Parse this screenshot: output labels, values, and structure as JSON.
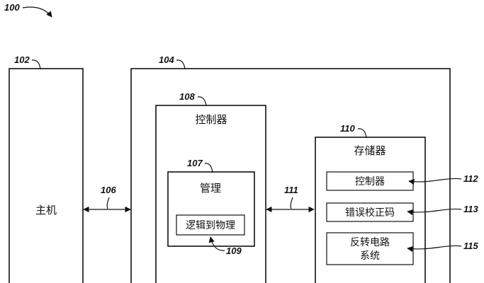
{
  "figure": {
    "ref": "100"
  },
  "host": {
    "ref": "102",
    "label": "主机"
  },
  "link_host": {
    "ref": "106"
  },
  "storage_device": {
    "ref": "104"
  },
  "controller": {
    "ref": "108",
    "label": "控制器",
    "management": {
      "ref": "107",
      "label": "管理",
      "l2p": {
        "ref": "109",
        "label": "逻辑到物理"
      }
    }
  },
  "link_memory": {
    "ref": "111"
  },
  "memory": {
    "ref": "110",
    "label": "存储器",
    "controller": {
      "ref": "112",
      "label": "控制器"
    },
    "ecc": {
      "ref": "113",
      "label": "错误校正码"
    },
    "inversion": {
      "ref": "115",
      "label_line1": "反转电路",
      "label_line2": "系统"
    }
  }
}
